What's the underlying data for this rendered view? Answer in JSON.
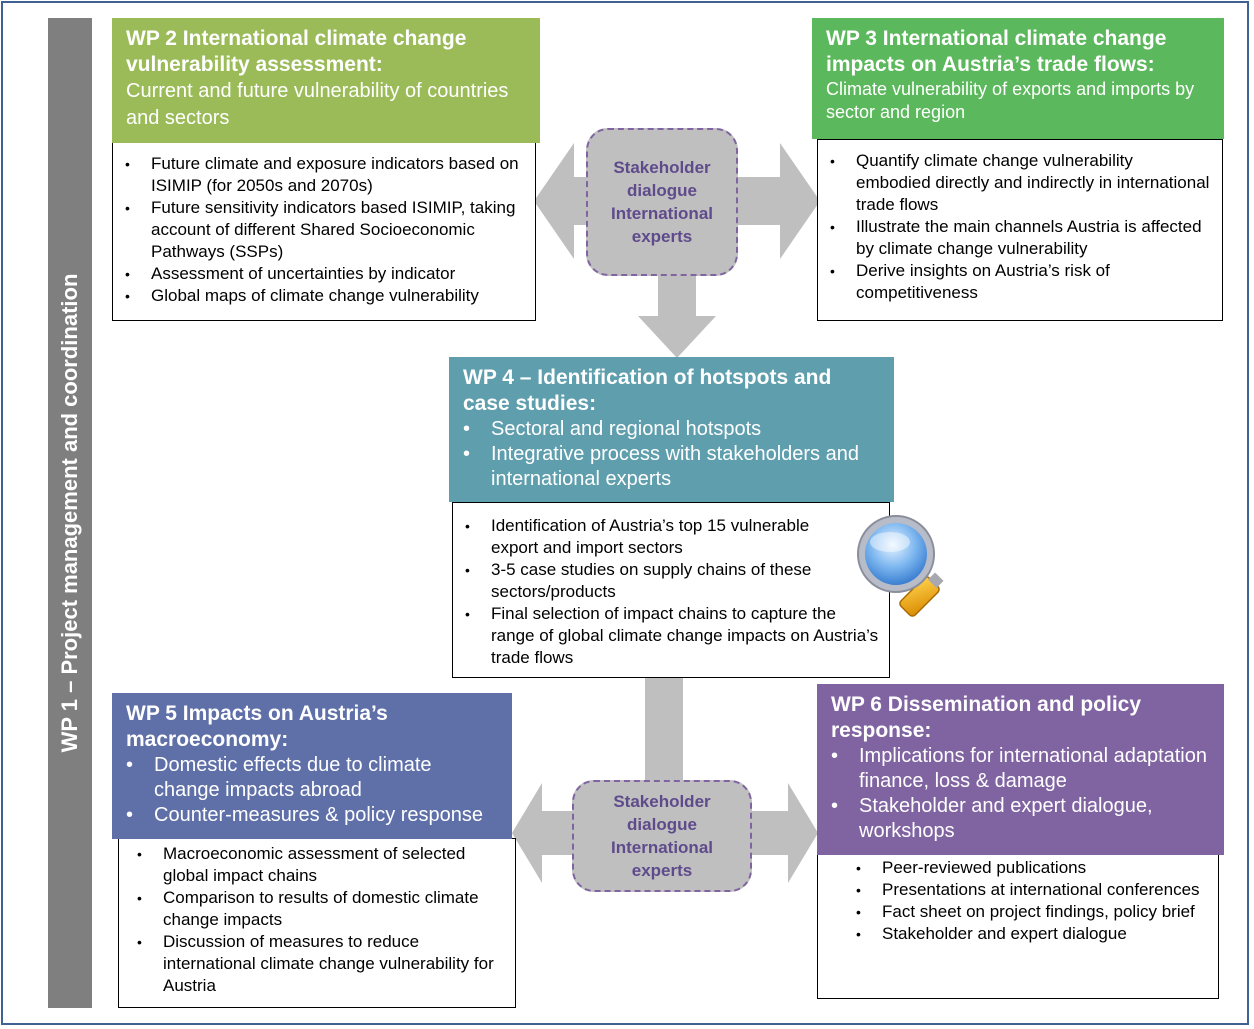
{
  "colors": {
    "frame": "#3f6193",
    "wp1": "#7f7f7f",
    "wp2": "#9bbb59",
    "wp3": "#5cb85c",
    "wp4": "#5f9ead",
    "wp5": "#5f70a8",
    "wp6": "#8064a2",
    "arrow": "#bfbfbf",
    "stakeholder_text": "#5f4b8b"
  },
  "wp1": {
    "label": "WP 1 – Project management and coordination"
  },
  "wp2": {
    "title": "WP 2 International climate change vulnerability assessment:",
    "subtitle": "Current and future vulnerability of countries and sectors",
    "items": [
      "Future climate and exposure indicators based on ISIMIP (for 2050s and 2070s)",
      "Future sensitivity indicators based ISIMIP, taking account of different Shared Socioeconomic Pathways (SSPs)",
      "Assessment of uncertainties by indicator",
      "Global maps of climate change vulnerability"
    ]
  },
  "wp3": {
    "title": "WP 3 International climate change impacts on Austria’s trade flows:",
    "subtitle": "Climate vulnerability of exports and imports by sector and region",
    "items": [
      "Quantify climate change vulnerability embodied directly and indirectly in international trade flows",
      "Illustrate the main channels Austria is affected by climate change vulnerability",
      "Derive insights on Austria’s risk of competitiveness"
    ]
  },
  "wp4": {
    "title": "WP 4 – Identification of hotspots and case studies:",
    "head_items": [
      "Sectoral and regional hotspots",
      "Integrative process with stakeholders and international experts"
    ],
    "items": [
      "Identification of Austria’s top 15 vulnerable export and import sectors",
      "3-5 case studies on supply chains of these sectors/products",
      "Final selection of impact chains to capture the range of global climate change impacts on Austria’s trade flows"
    ]
  },
  "wp5": {
    "title": "WP 5 Impacts on Austria’s macroeconomy:",
    "head_items": [
      "Domestic effects due to climate change impacts abroad",
      "Counter-measures & policy response"
    ],
    "items": [
      "Macroeconomic assessment of selected global impact chains",
      "Comparison to results of domestic climate change impacts",
      "Discussion of measures to reduce international climate change vulnerability for Austria"
    ]
  },
  "wp6": {
    "title": "WP 6 Dissemination and policy response:",
    "head_items": [
      "Implications for international adaptation finance, loss & damage",
      "Stakeholder and expert dialogue, workshops"
    ],
    "items": [
      "Peer-reviewed publications",
      "Presentations at international conferences",
      "Fact sheet on project findings, policy brief",
      "Stakeholder and expert dialogue"
    ]
  },
  "stakeholder_top": {
    "lines": [
      "Stakeholder",
      "dialogue",
      "International",
      "experts"
    ]
  },
  "stakeholder_bottom": {
    "lines": [
      "Stakeholder",
      "dialogue",
      "International",
      "experts"
    ]
  },
  "icons": {
    "magnifier": "magnifying-glass-icon"
  }
}
